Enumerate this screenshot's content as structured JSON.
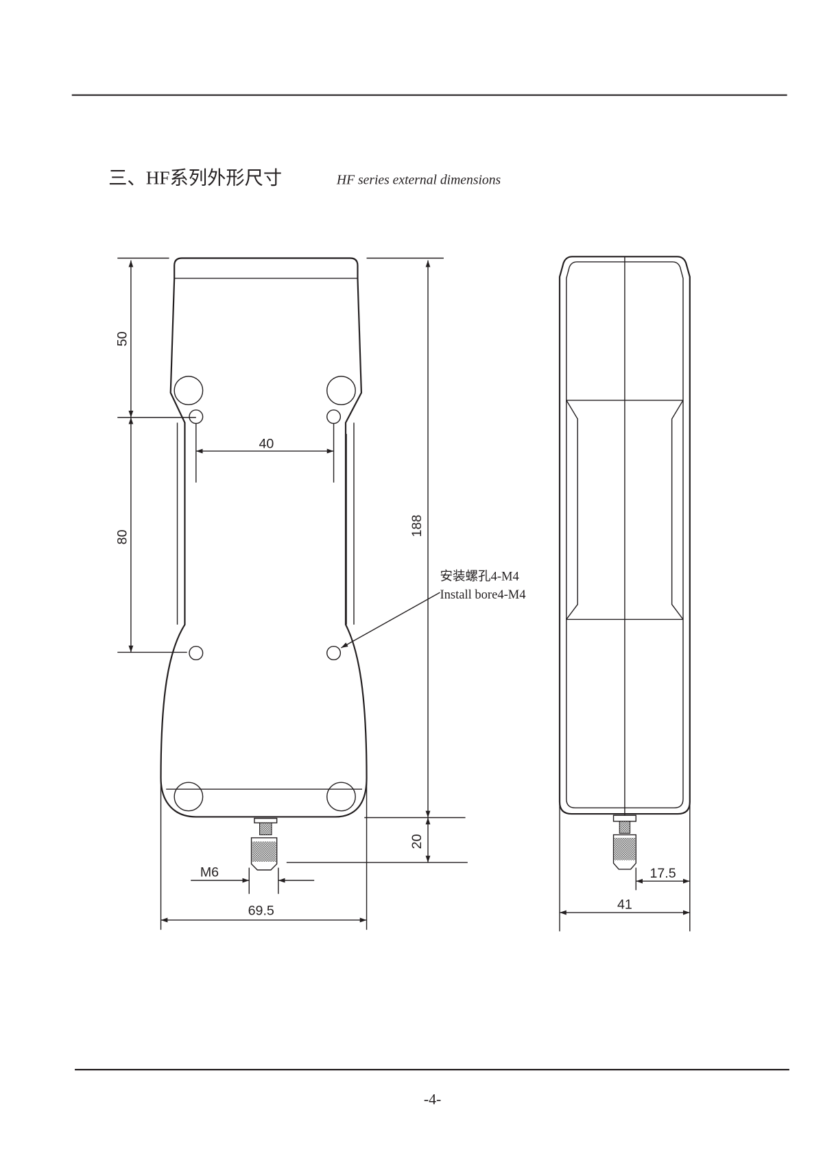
{
  "header": {
    "title_cn": "三、HF系列外形尺寸",
    "title_en": "HF series external dimensions"
  },
  "drawing": {
    "front_view": {
      "dim_top_to_hole": "50",
      "dim_hole_vertical": "80",
      "dim_hole_horizontal": "40",
      "dim_length": "188",
      "dim_connector": "20",
      "dim_thread": "M6",
      "dim_width": "69.5",
      "callout_cn": "安装螺孔4-M4",
      "callout_en": "Install bore4-M4"
    },
    "side_view": {
      "dim_offset": "17.5",
      "dim_thickness": "41"
    }
  },
  "footer": {
    "page_number": "-4-"
  },
  "colors": {
    "ink": "#231f20"
  }
}
